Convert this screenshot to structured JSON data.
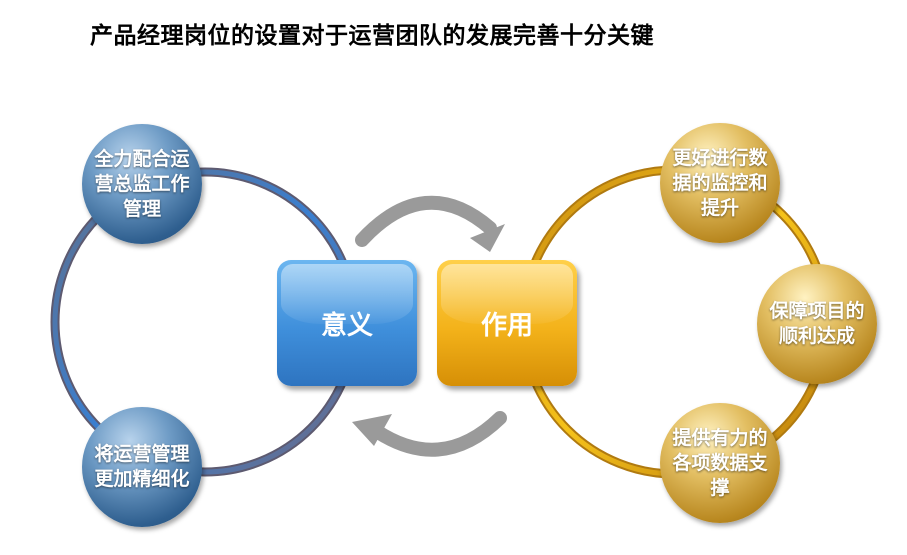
{
  "title": "产品经理岗位的设置对于运营团队的发展完善十分关键",
  "center": {
    "left_label": "意义",
    "right_label": "作用"
  },
  "left_items": [
    "全力配合运营总监工作管理",
    "将运营管理更加精细化"
  ],
  "right_items": [
    "更好进行数据的监控和提升",
    "保障项目的顺利达成",
    "提供有力的各项数据支撑"
  ],
  "colors": {
    "blue_accent": "#3f8fdb",
    "gold_accent": "#f3b21a",
    "arrow": "#9a9a9a"
  }
}
